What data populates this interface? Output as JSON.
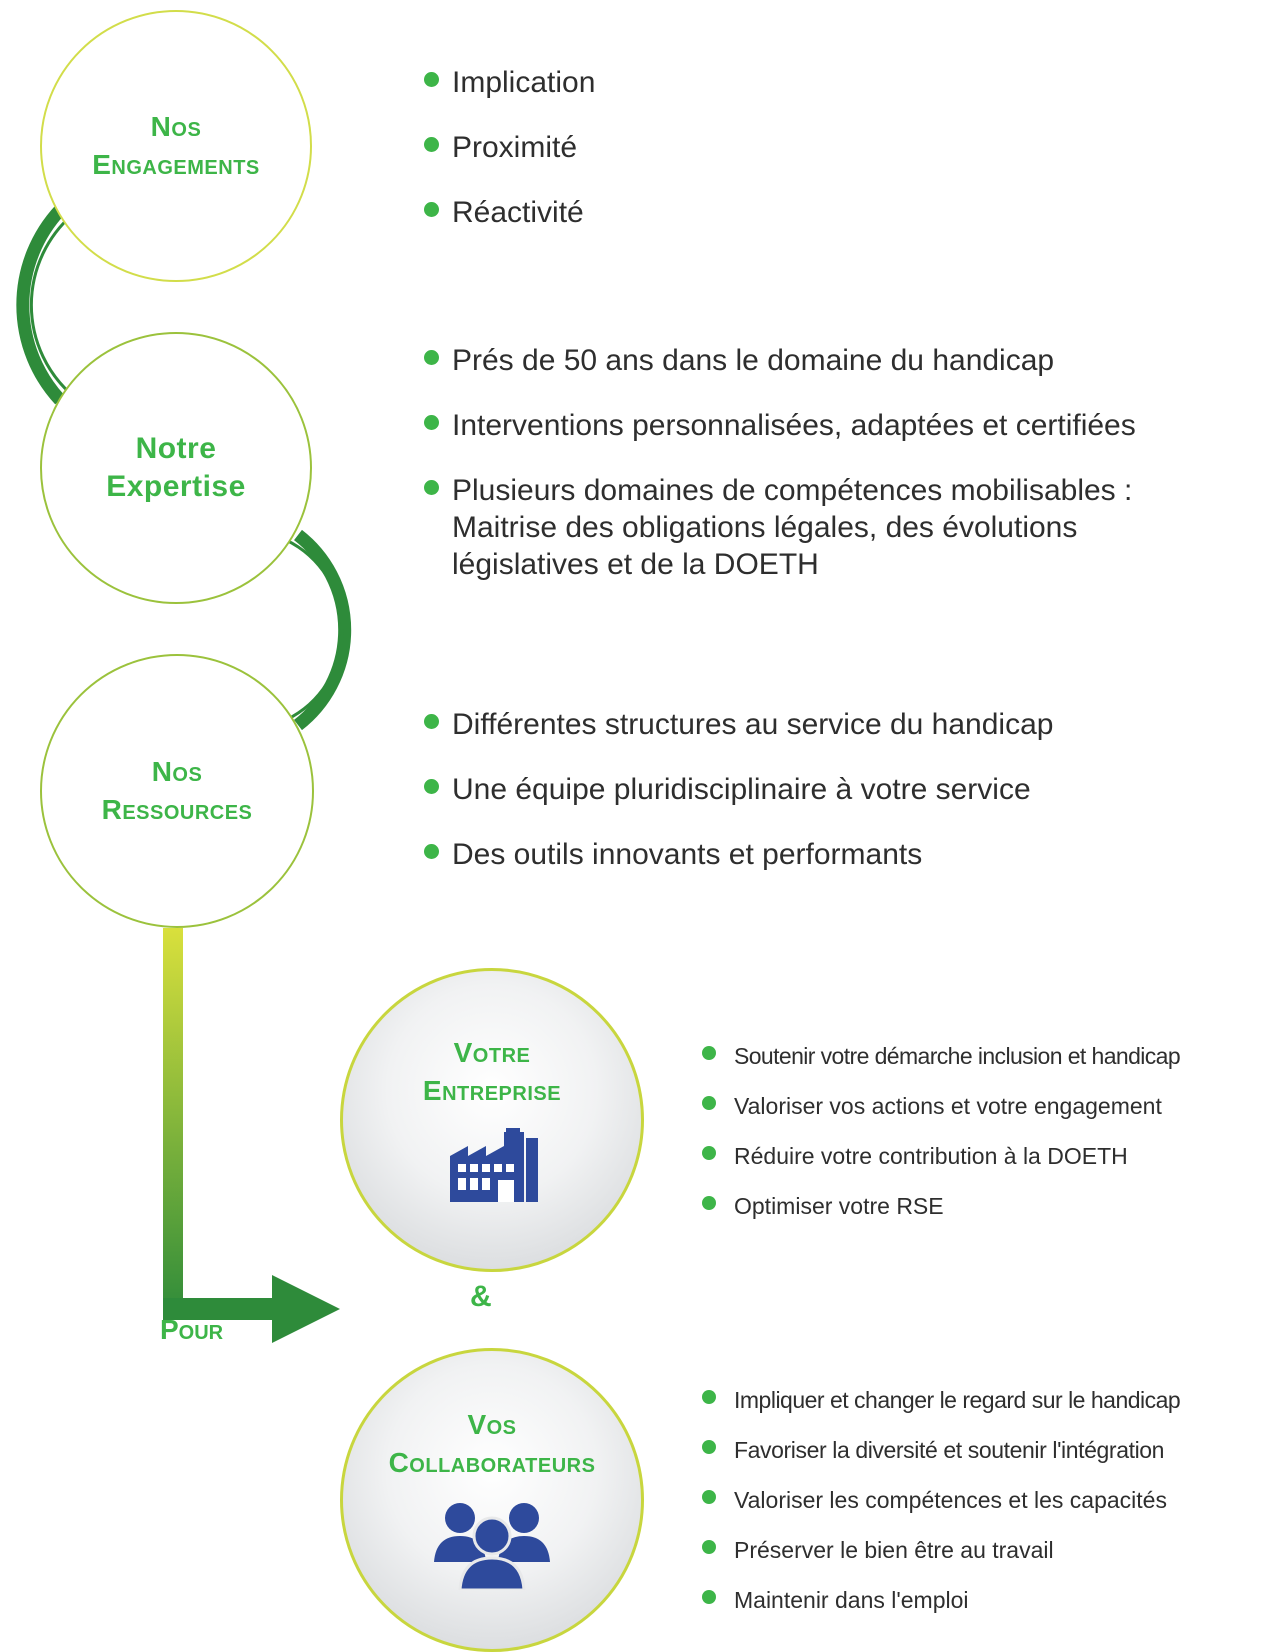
{
  "pillars": [
    {
      "line1": "Nos",
      "line2": "Engagements"
    },
    {
      "line1": "Notre",
      "line2": "Expertise"
    },
    {
      "line1": "Nos",
      "line2": "Ressources"
    }
  ],
  "engagements_bullets": [
    "Implication",
    "Proximité",
    "Réactivité"
  ],
  "expertise_bullets": [
    "Prés de 50 ans dans le domaine du handicap",
    "Interventions personnalisées, adaptées et certifiées",
    "Plusieurs domaines de compétences mobilisables : Maitrise des obligations légales, des évolutions législatives et de la DOETH"
  ],
  "ressources_bullets": [
    "Différentes structures au service du handicap",
    "Une équipe pluridisciplinaire à votre service",
    "Des outils innovants et performants"
  ],
  "pour_label": "Pour",
  "amp_label": "&",
  "targets": [
    {
      "line1": "Votre",
      "line2": "Entreprise",
      "icon": "factory-icon"
    },
    {
      "line1": "Vos",
      "line2": "Collaborateurs",
      "icon": "people-group-icon"
    }
  ],
  "entreprise_bullets": [
    "Soutenir votre démarche inclusion et handicap",
    "Valoriser vos actions et votre engagement",
    "Réduire votre contribution à la DOETH",
    "Optimiser votre RSE"
  ],
  "collaborateurs_bullets": [
    "Impliquer et changer le regard sur le handicap",
    "Favoriser la diversité et soutenir l'intégration",
    "Valoriser les compétences et les capacités",
    "Préserver le bien être au travail",
    "Maintenir dans l'emploi"
  ],
  "colors": {
    "accent_green": "#3db548",
    "dark_green": "#2e8b3a",
    "lime": "#d2dd4a",
    "icon_blue": "#2e4a9c"
  }
}
